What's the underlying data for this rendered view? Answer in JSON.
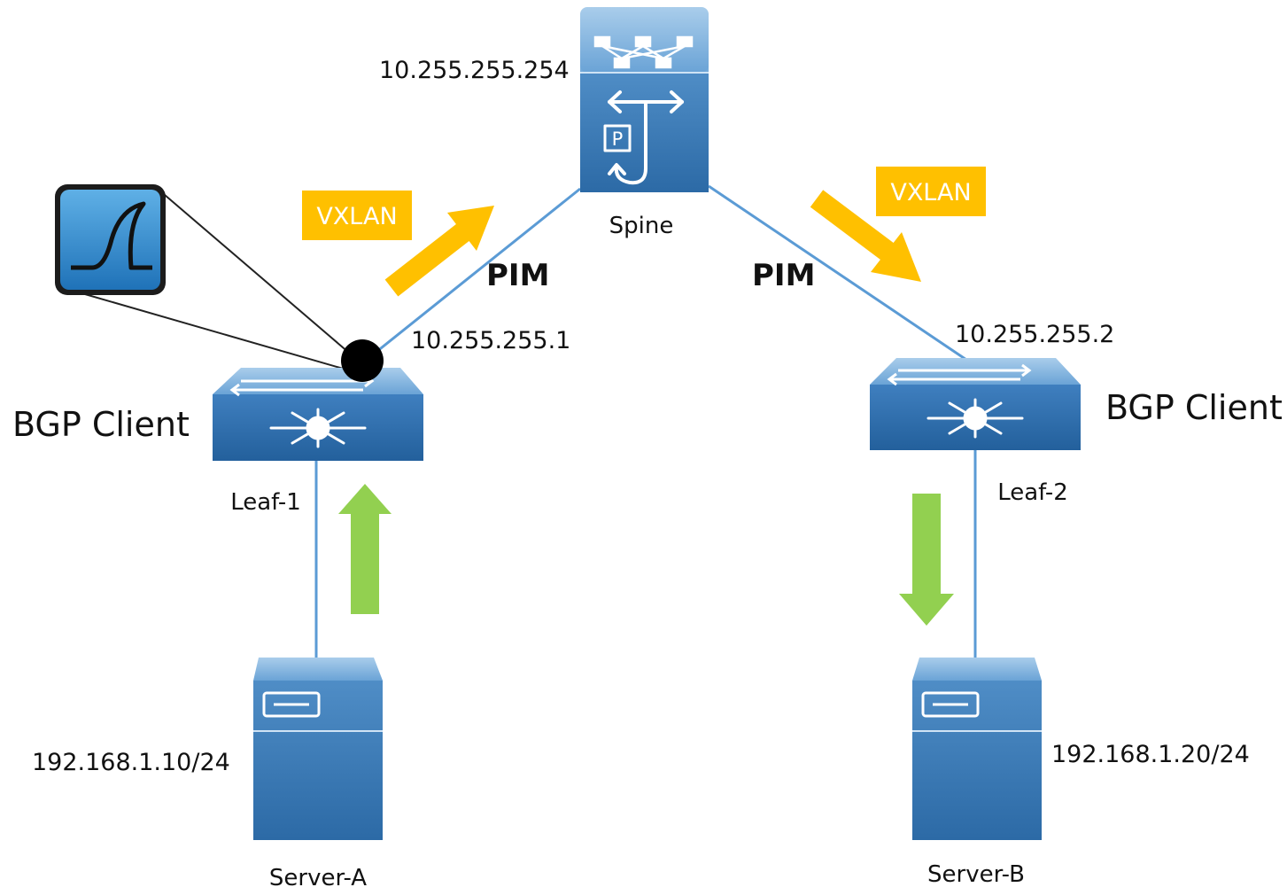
{
  "colors": {
    "link": "#5b9bd5",
    "vxlan_arrow": "#ffc000",
    "vxlan_badge": "#ffc000",
    "host_arrow": "#92d050",
    "device_blue": "#3a79b2",
    "device_dark": "#2a5d8f",
    "capture_point": "#000000"
  },
  "spine": {
    "name": "Spine",
    "ip": "10.255.255.254"
  },
  "leaf1": {
    "name": "Leaf-1",
    "ip": "10.255.255.1",
    "role": "BGP Client"
  },
  "leaf2": {
    "name": "Leaf-2",
    "ip": "10.255.255.2",
    "role": "BGP Client"
  },
  "server_a": {
    "name": "Server-A",
    "ip": "192.168.1.10/24"
  },
  "server_b": {
    "name": "Server-B",
    "ip": "192.168.1.20/24"
  },
  "links": {
    "left_protocol": "PIM",
    "right_protocol": "PIM"
  },
  "encapsulation": {
    "left_label": "VXLAN",
    "right_label": "VXLAN"
  },
  "capture": {
    "icon": "wireshark-shark-fin-icon"
  }
}
